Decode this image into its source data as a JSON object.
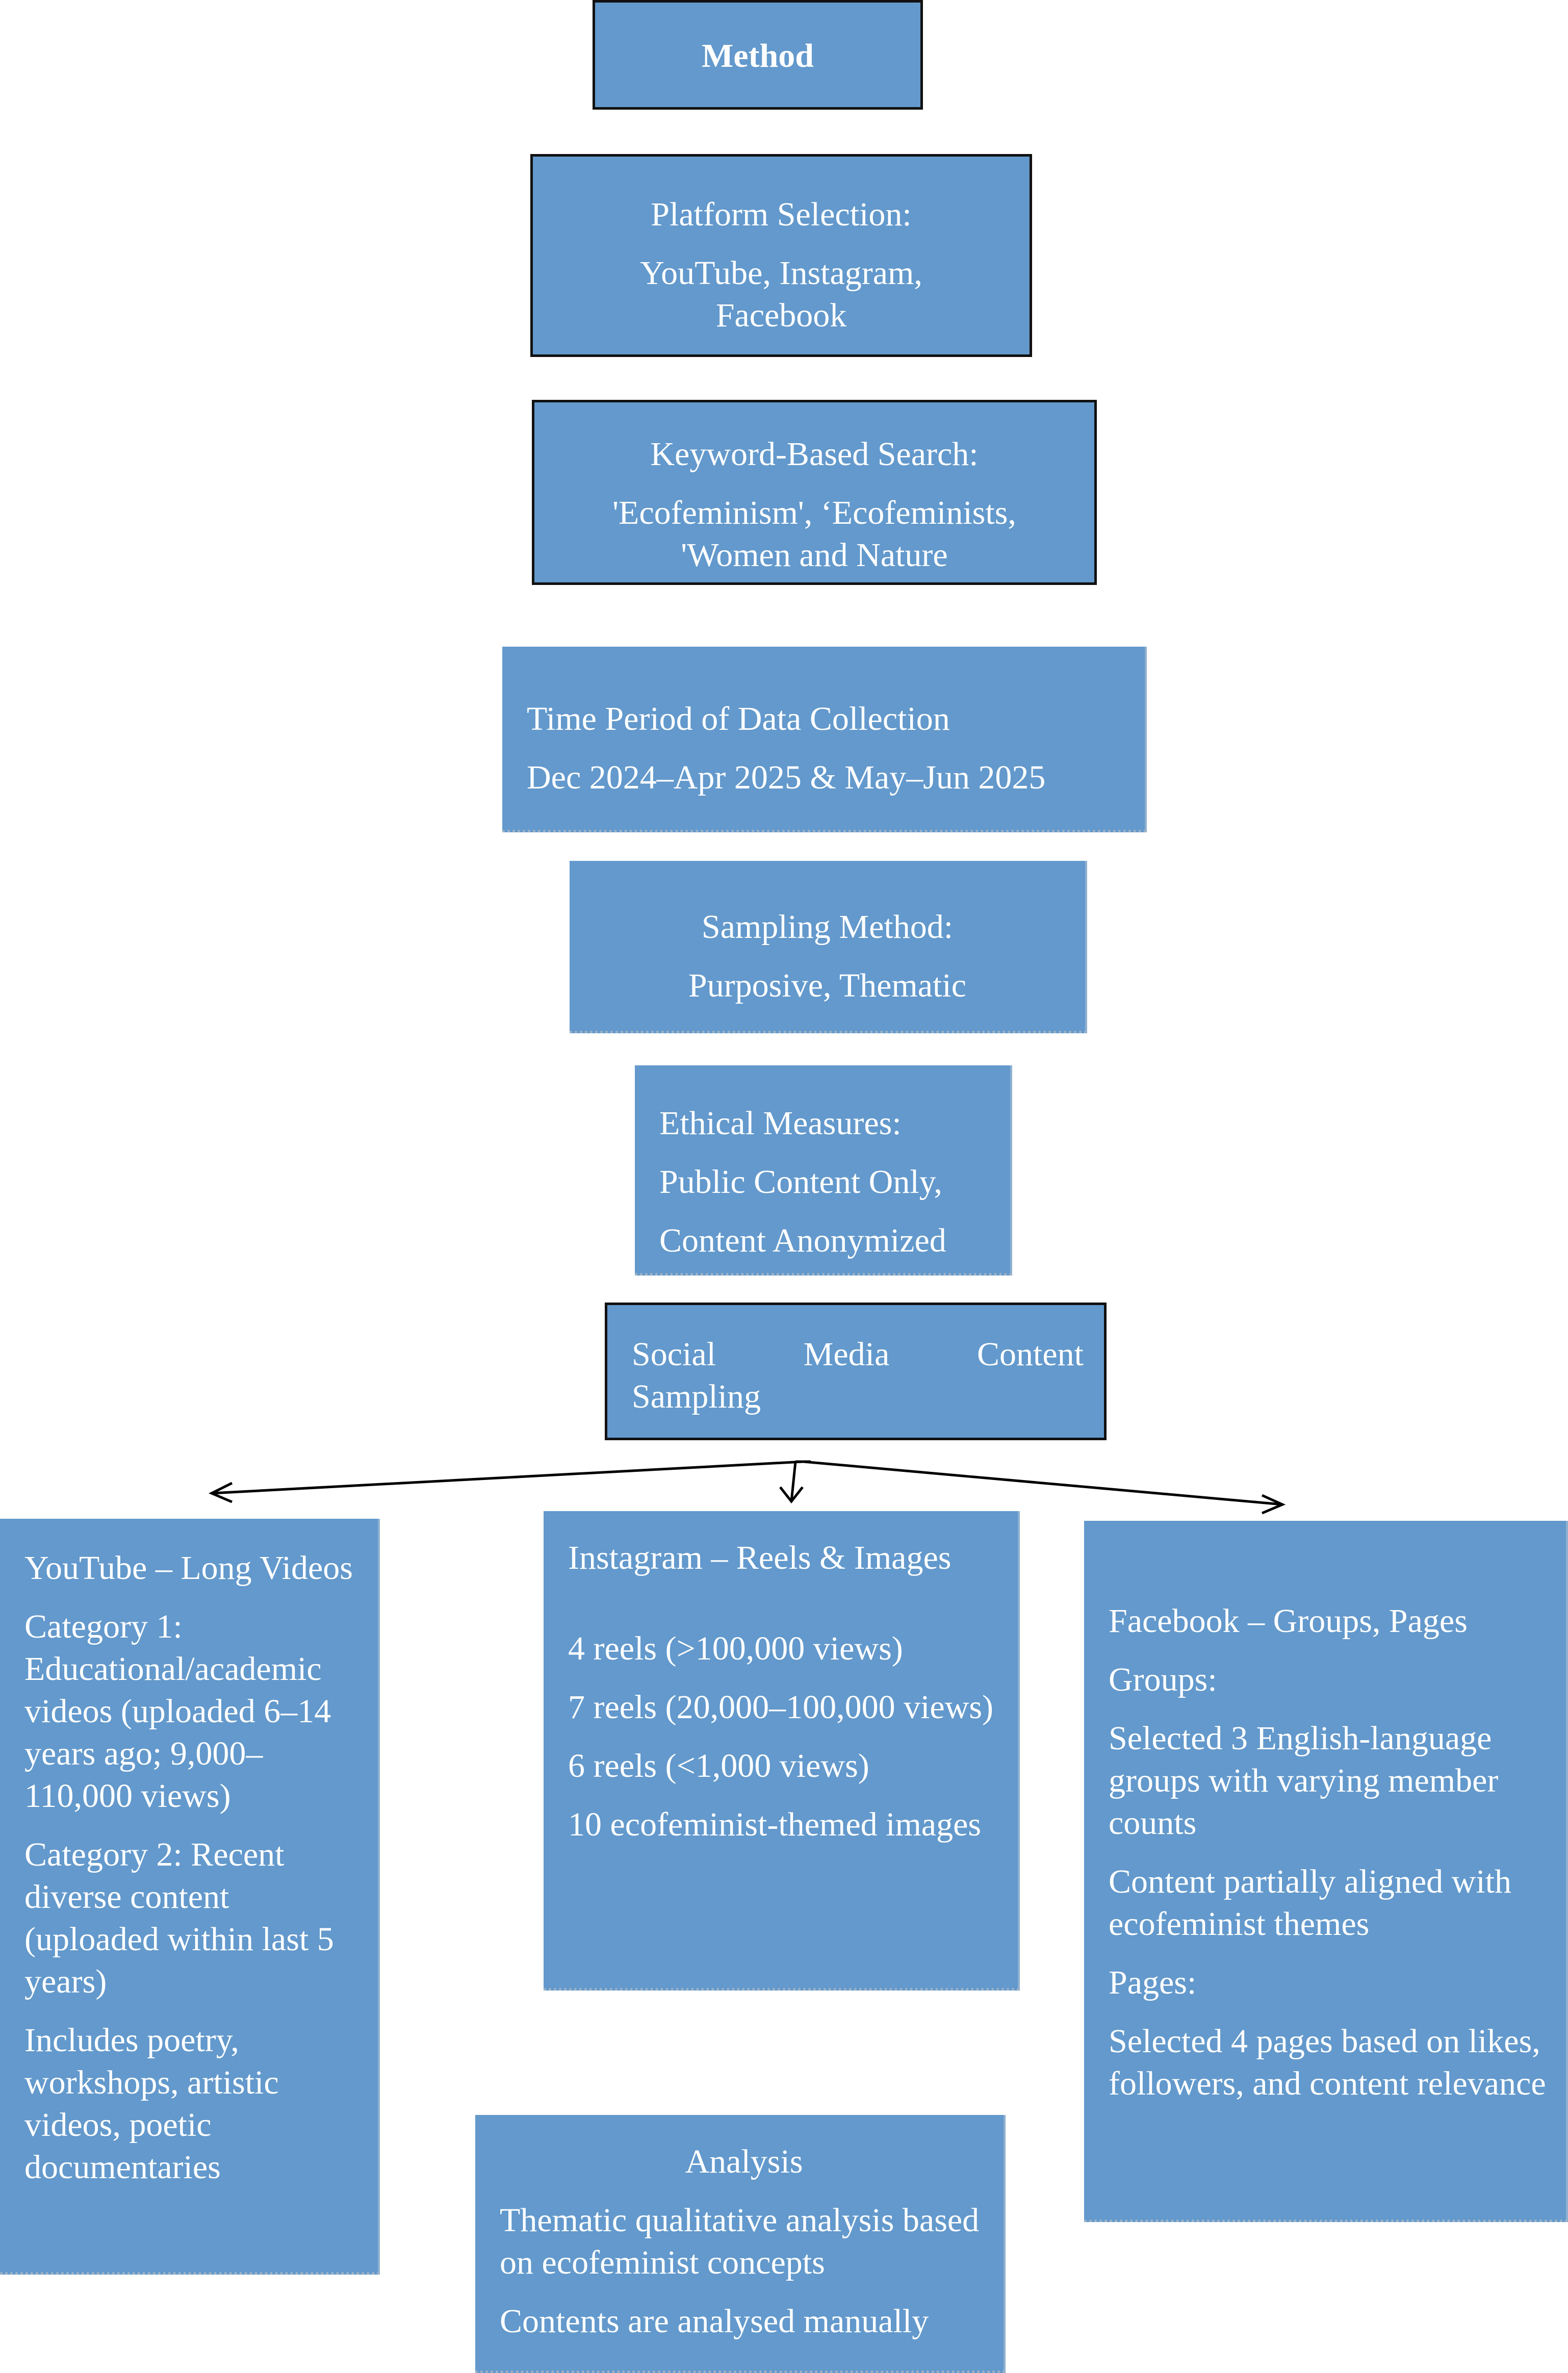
{
  "method": {
    "title": "Method"
  },
  "platform": {
    "heading": "Platform Selection:",
    "lines": [
      "YouTube, Instagram,",
      "Facebook"
    ]
  },
  "keyword": {
    "heading": "Keyword-Based Search:",
    "lines": [
      "'Ecofeminism', ‘Ecofeminists,",
      "'Women and Nature"
    ]
  },
  "time": {
    "heading": "Time Period of Data Collection",
    "value": "Dec 2024–Apr 2025 & May–Jun 2025"
  },
  "sampling": {
    "heading": "Sampling Method:",
    "value": "Purposive, Thematic"
  },
  "ethics": {
    "heading": "Ethical Measures:",
    "lines": [
      "Public Content Only,",
      "Content Anonymized"
    ]
  },
  "social": {
    "line1_words": [
      "Social",
      "Media",
      "Content"
    ],
    "line2": "Sampling"
  },
  "youtube": {
    "heading": "YouTube – Long Videos",
    "paragraphs": [
      "Category 1: Educational/academic videos (uploaded 6–14 years ago; 9,000–110,000 views)",
      "Category 2: Recent diverse content (uploaded within last 5 years)",
      "Includes poetry, workshops, artistic videos, poetic documentaries"
    ]
  },
  "instagram": {
    "heading": "Instagram – Reels & Images",
    "items": [
      "4 reels (>100,000 views)",
      "7 reels (20,000–100,000 views)",
      "6 reels (<1,000 views)",
      "10 ecofeminist-themed images"
    ]
  },
  "facebook": {
    "heading": "Facebook – Groups, Pages",
    "groups_label": "Groups:",
    "groups_items": [
      "Selected 3 English-language groups with varying member counts",
      "Content partially aligned with ecofeminist themes"
    ],
    "pages_label": "Pages:",
    "pages_items": [
      "Selected 4 pages based on likes, followers, and content relevance"
    ]
  },
  "analysis": {
    "heading": "Analysis",
    "lines": [
      "Thematic qualitative analysis based on ecofeminist concepts",
      "Contents are analysed manually"
    ]
  },
  "colors": {
    "box_fill": "#6399cc",
    "border_dark": "#111111",
    "arrow": "#000000"
  }
}
